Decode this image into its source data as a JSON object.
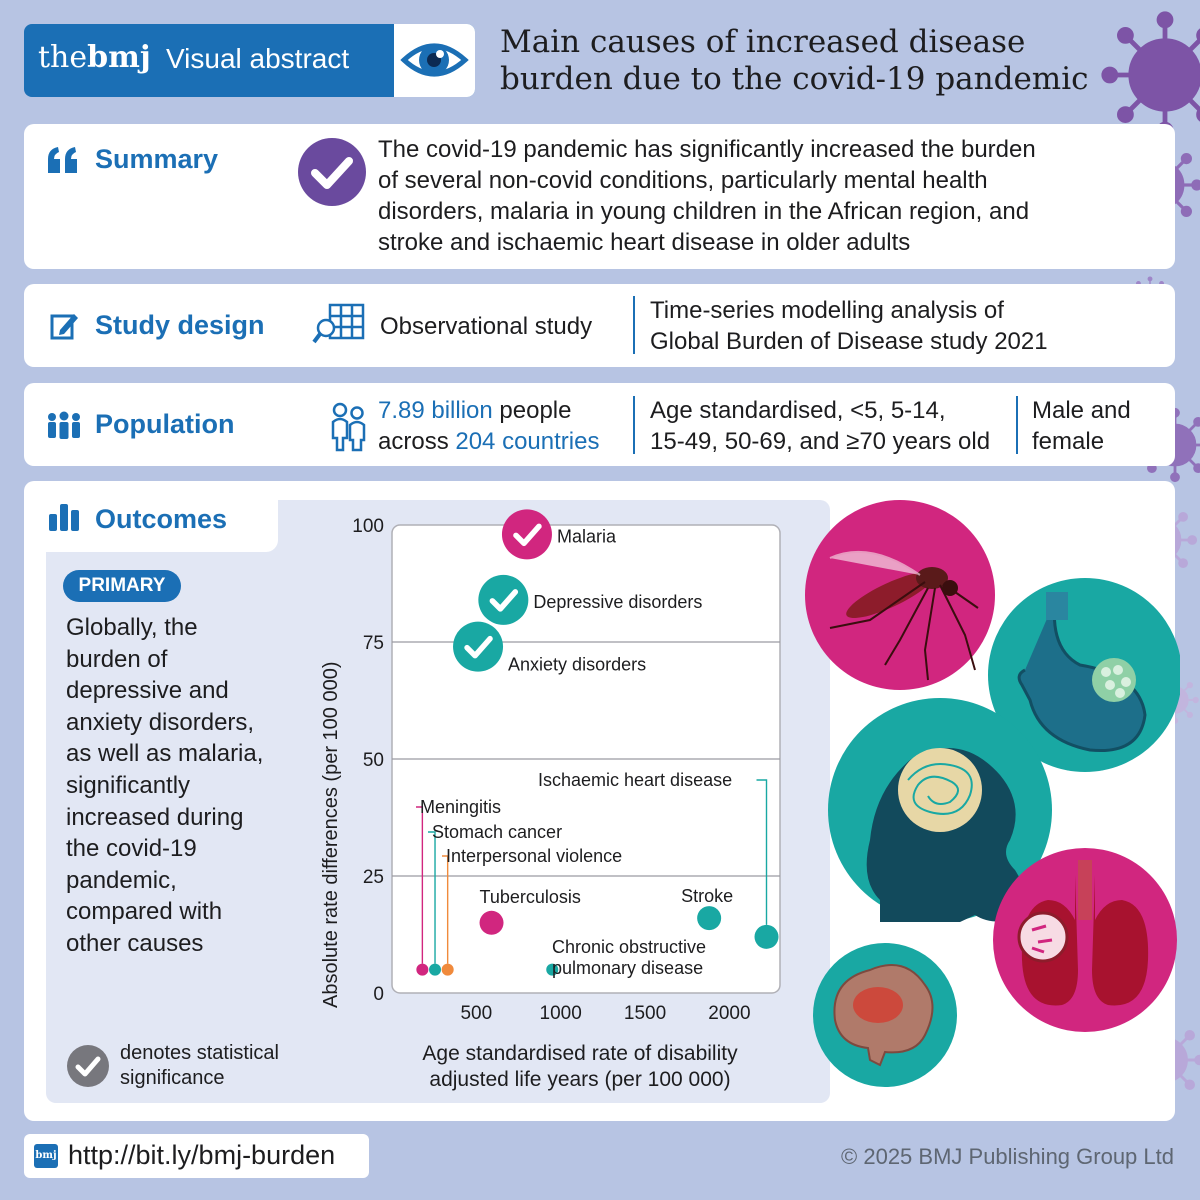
{
  "header": {
    "brand_the": "the",
    "brand_bmj": "bmj",
    "visual_abstract": "Visual abstract",
    "title_line1": "Main causes of increased disease",
    "title_line2": "burden due to the covid-19 pandemic",
    "eye_icon": "eye-icon"
  },
  "summary": {
    "heading": "Summary",
    "icon": "quote-icon",
    "check_icon": "check-badge-icon",
    "lines": [
      "The covid-19 pandemic has significantly increased the burden",
      "of several non-covid conditions, particularly mental health",
      "disorders, malaria in young children in the African region, and",
      "stroke and ischaemic heart disease in older adults"
    ]
  },
  "study_design": {
    "heading": "Study design",
    "icon": "pencil-icon",
    "grid_icon": "magnifier-grid-icon",
    "type": "Observational study",
    "detail_line1": "Time-series modelling analysis of",
    "detail_line2": "Global Burden of Disease study 2021"
  },
  "population": {
    "heading": "Population",
    "icon": "people-icon",
    "people_icon": "two-people-icon",
    "count": "7.89 billion",
    "count_suffix": " people",
    "across": "across ",
    "countries": "204 countries",
    "ages_line1": "Age standardised, <5, 5-14,",
    "ages_line2": "15-49, 50-69, and ≥70 years old",
    "sex_line1": "Male and",
    "sex_line2": "female"
  },
  "outcomes": {
    "heading": "Outcomes",
    "icon": "bar-chart-icon",
    "badge": "PRIMARY",
    "text_lines": [
      "Globally, the",
      "burden of",
      "depressive and",
      "anxiety disorders,",
      "as well as malaria,",
      "significantly",
      "increased during",
      "the covid-19",
      "pandemic,",
      "compared with",
      "other causes"
    ],
    "legend_line1": "denotes statistical",
    "legend_line2": "significance"
  },
  "chart_data": {
    "type": "scatter",
    "xlabel_line1": "Age standardised rate of disability",
    "xlabel_line2": "adjusted life years (per 100 000)",
    "ylabel": "Absolute rate differences (per 100 000)",
    "xlim": [
      0,
      2300
    ],
    "ylim": [
      0,
      100
    ],
    "xticks": [
      500,
      1000,
      1500,
      2000
    ],
    "yticks": [
      0,
      25,
      50,
      75,
      100
    ],
    "grid": "horizontal",
    "points": [
      {
        "name": "Malaria",
        "x": 800,
        "y": 98,
        "size": "large",
        "color": "#d1267f",
        "significant": true
      },
      {
        "name": "Depressive disorders",
        "x": 660,
        "y": 84,
        "size": "large",
        "color": "#19a8a3",
        "significant": true
      },
      {
        "name": "Anxiety disorders",
        "x": 510,
        "y": 74,
        "size": "large",
        "color": "#19a8a3",
        "significant": true
      },
      {
        "name": "Ischaemic heart disease",
        "x": 2220,
        "y": 12,
        "size": "medium",
        "color": "#19a8a3",
        "significant": false
      },
      {
        "name": "Meningitis",
        "x": 180,
        "y": 5,
        "size": "small",
        "color": "#d1267f",
        "significant": false
      },
      {
        "name": "Stomach cancer",
        "x": 255,
        "y": 5,
        "size": "small",
        "color": "#19a8a3",
        "significant": false
      },
      {
        "name": "Interpersonal violence",
        "x": 330,
        "y": 5,
        "size": "small",
        "color": "#f08a3c",
        "significant": false
      },
      {
        "name": "Tuberculosis",
        "x": 590,
        "y": 15,
        "size": "medium",
        "color": "#d1267f",
        "significant": false
      },
      {
        "name": "Stroke",
        "x": 1880,
        "y": 16,
        "size": "medium",
        "color": "#19a8a3",
        "significant": false
      },
      {
        "name": "Chronic obstructive pulmonary disease",
        "x": 950,
        "y": 5,
        "size": "small",
        "color": "#19a8a3",
        "significant": false
      }
    ]
  },
  "illustrations": [
    "mosquito-illustration",
    "stomach-illustration",
    "head-brain-illustration",
    "lungs-illustration",
    "brain-illustration",
    "virus-icon"
  ],
  "footer": {
    "bmj_icon": "bmj",
    "link": "http://bit.ly/bmj-burden",
    "copyright": "© 2025 BMJ Publishing Group Ltd"
  },
  "colors": {
    "background": "#b7c4e3",
    "brand_blue": "#1b6fb5",
    "magenta": "#d1267f",
    "teal": "#19a8a3",
    "orange": "#f08a3c",
    "purple": "#7a4fa3"
  }
}
